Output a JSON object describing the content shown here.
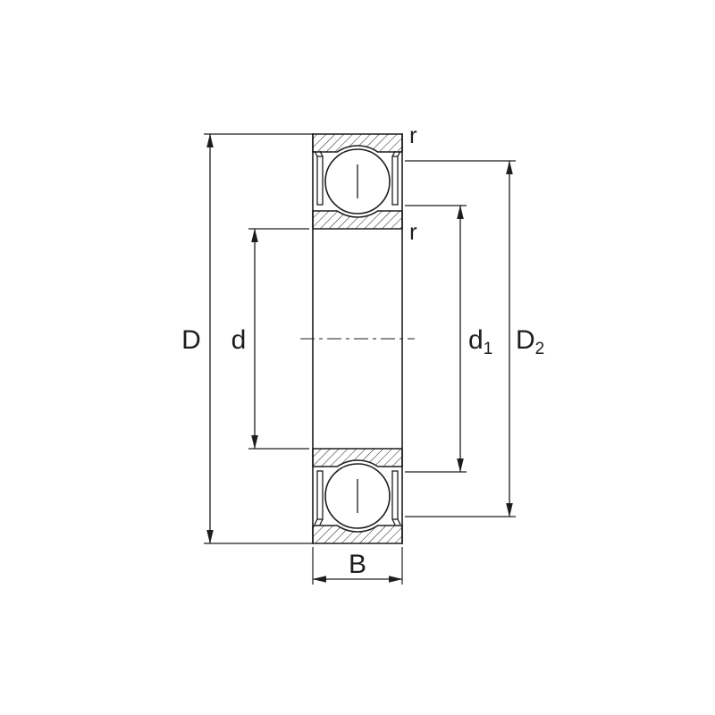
{
  "figure": {
    "background": "#ffffff",
    "line_color": "#1d1d1b",
    "labels": {
      "D": "D",
      "d": "d",
      "d1": {
        "main": "d",
        "sub": "1"
      },
      "D2": {
        "main": "D",
        "sub": "2"
      },
      "B": "B",
      "r_top": "r",
      "r_bore": "r"
    }
  }
}
